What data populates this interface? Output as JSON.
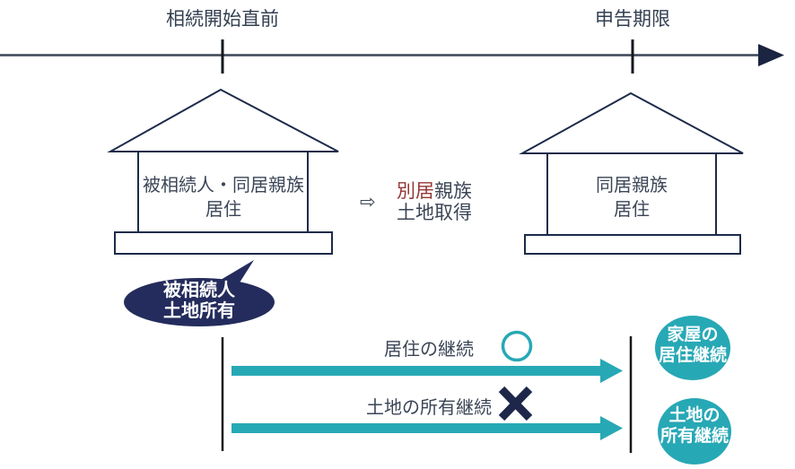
{
  "colors": {
    "teal": "#27A8B5",
    "navy_dark": "#1B2440",
    "bubble_navy": "#232C5C",
    "text_navy": "#3B4556",
    "accent_red": "#943735",
    "timeline_gray": "#3A4556",
    "line_black": "#15181D",
    "white": "#FFFFFF"
  },
  "timeline": {
    "start_label": "相続開始直前",
    "end_label": "申告期限"
  },
  "left_house": {
    "line1": "被相続人・同居親族",
    "line2": "居住"
  },
  "right_house": {
    "line1": "同居親族",
    "line2": "居住"
  },
  "transfer": {
    "arrow": "⇨",
    "emphasis": "別居",
    "line1_rest": "親族",
    "line2": "土地取得"
  },
  "bubble": {
    "line1": "被相続人",
    "line2": "土地所有"
  },
  "tracks": {
    "residence": {
      "label": "居住の継続",
      "mark": "circle-ok",
      "result_line1": "家屋の",
      "result_line2": "居住継続"
    },
    "land": {
      "label": "土地の所有継続",
      "mark": "cross-ng",
      "result_line1": "土地の",
      "result_line2": "所有継続"
    }
  }
}
